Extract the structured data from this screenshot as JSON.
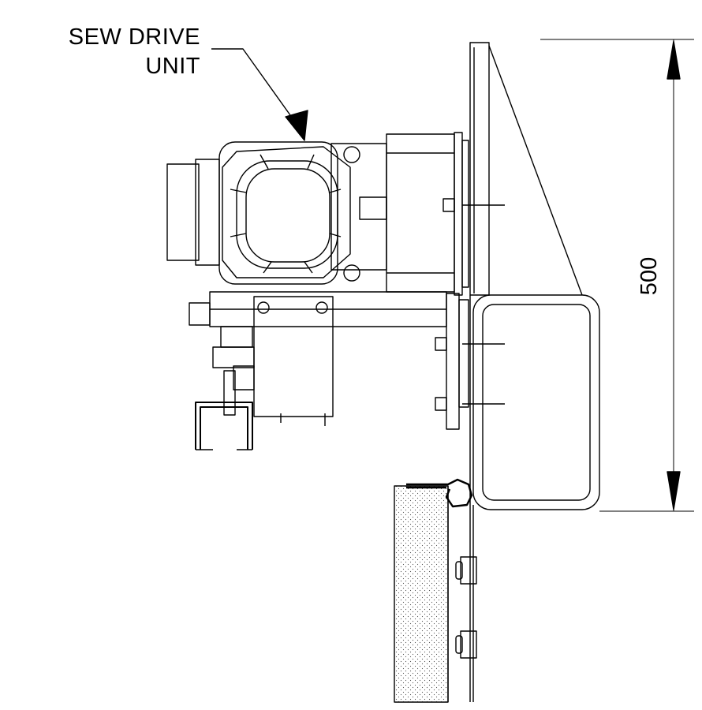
{
  "callout": {
    "line1": "SEW DRIVE",
    "line2": "UNIT"
  },
  "dimension": {
    "value": "500"
  }
}
